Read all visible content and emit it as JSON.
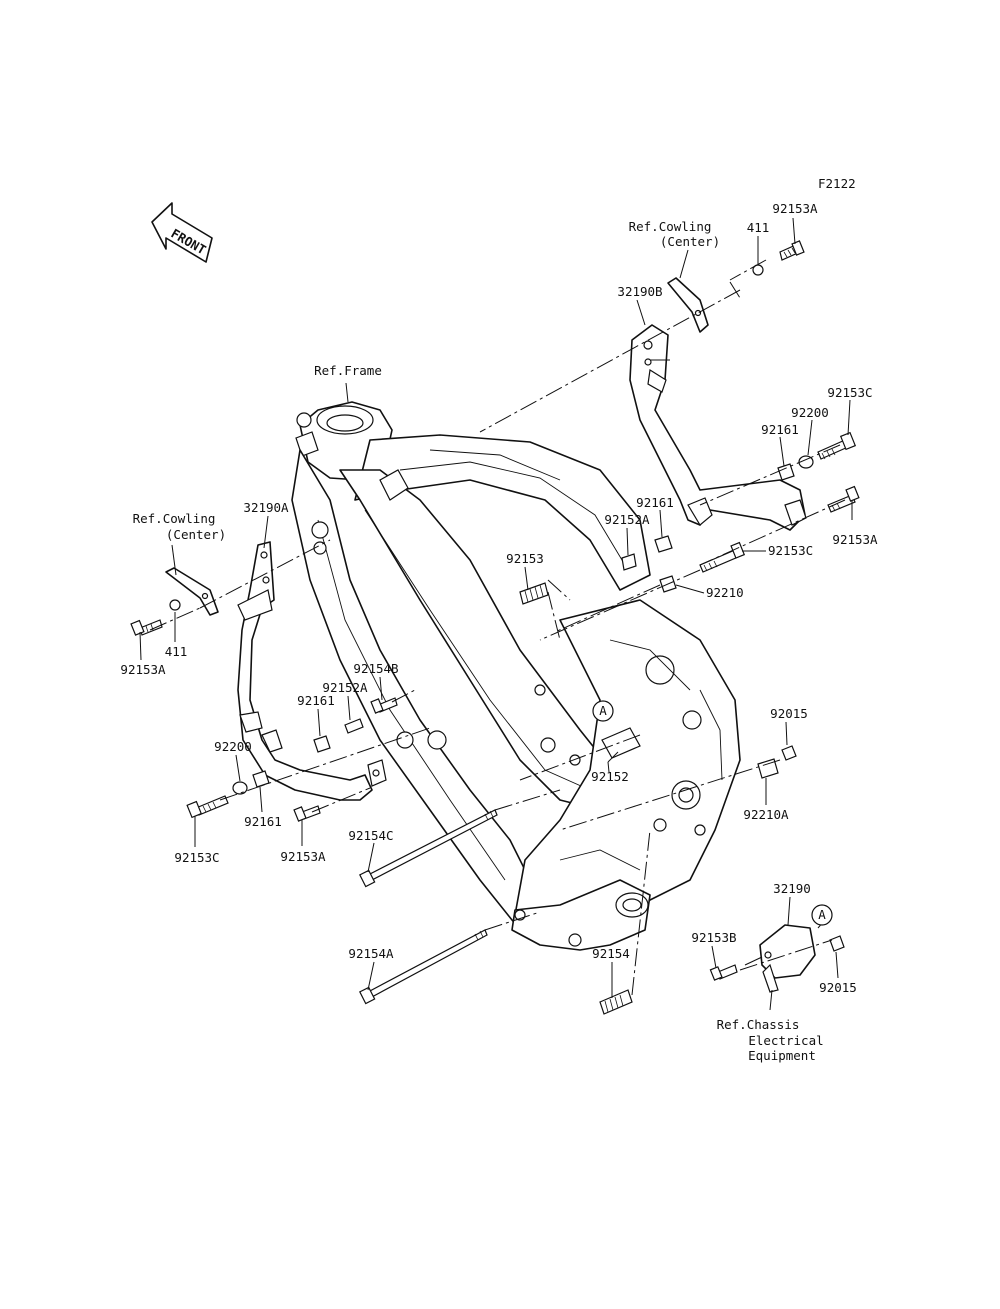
{
  "figure_code": "F2122",
  "front_arrow": {
    "text": "FRONT",
    "icon": "front-direction-arrow-icon"
  },
  "refs": {
    "frame": "Ref.Frame",
    "cowling_right_line1": "Ref.Cowling",
    "cowling_right_line2": "(Center)",
    "cowling_left_line1": "Ref.Cowling",
    "cowling_left_line2": "(Center)",
    "chassis_line1": "Ref.Chassis",
    "chassis_line2": "Electrical",
    "chassis_line3": "Equipment"
  },
  "reference_marker": "A",
  "parts": {
    "p_92153A_tr": "92153A",
    "p_411_tr": "411",
    "p_32190B": "32190B",
    "p_92153C_r": "92153C",
    "p_92200_r": "92200",
    "p_92161_r1": "92161",
    "p_92161_r2": "92161",
    "p_92152A_r": "92152A",
    "p_92153A_r": "92153A",
    "p_92153C_r2": "92153C",
    "p_92210": "92210",
    "p_92153": "92153",
    "p_32190A": "32190A",
    "p_92153A_l": "92153A",
    "p_411_l": "411",
    "p_92154B": "92154B",
    "p_92152A_l": "92152A",
    "p_92161_l1": "92161",
    "p_92200_l": "92200",
    "p_92161_l2": "92161",
    "p_92153C_l": "92153C",
    "p_92153A_l2": "92153A",
    "p_92152": "92152",
    "p_92015_r": "92015",
    "p_92210A": "92210A",
    "p_92154C": "92154C",
    "p_92154A": "92154A",
    "p_92154": "92154",
    "p_32190": "32190",
    "p_92153B": "92153B",
    "p_92015_b": "92015"
  }
}
